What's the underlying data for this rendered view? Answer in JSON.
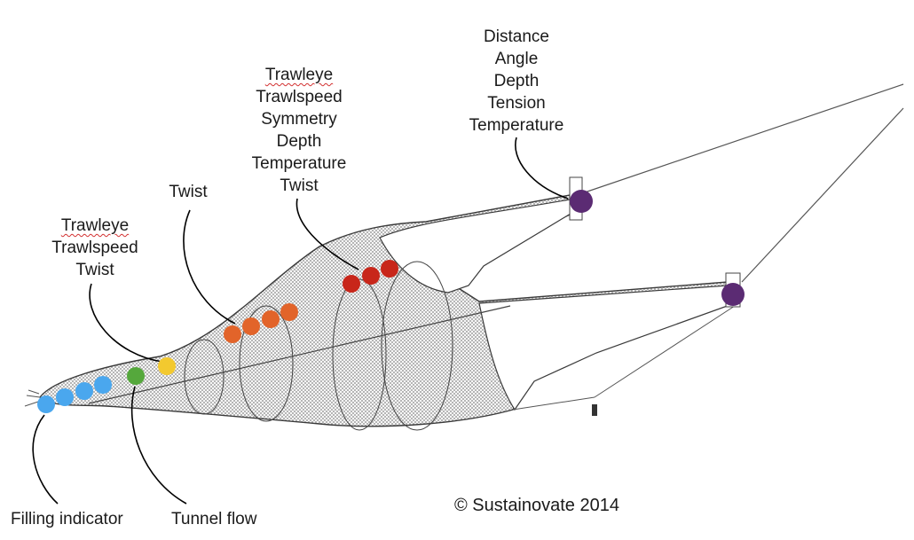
{
  "labels": {
    "door_sensors": [
      "Distance",
      "Angle",
      "Depth",
      "Tension",
      "Temperature"
    ],
    "headline_sensors": [
      "Trawleye",
      "Trawlspeed",
      "Symmetry",
      "Depth",
      "Temperature",
      "Twist"
    ],
    "twist_sensor": [
      "Twist"
    ],
    "mid_sensors": [
      "Trawleye",
      "Trawlspeed",
      "Twist"
    ],
    "filling_indicator": "Filling indicator",
    "tunnel_flow": "Tunnel flow"
  },
  "copyright": "© Sustainovate 2014",
  "colors": {
    "door": "#5b2b73",
    "headline": "#c8261a",
    "twist": "#e2642a",
    "mid": "#f3c92f",
    "tunnel": "#55a83c",
    "filling": "#4aa7ee"
  }
}
